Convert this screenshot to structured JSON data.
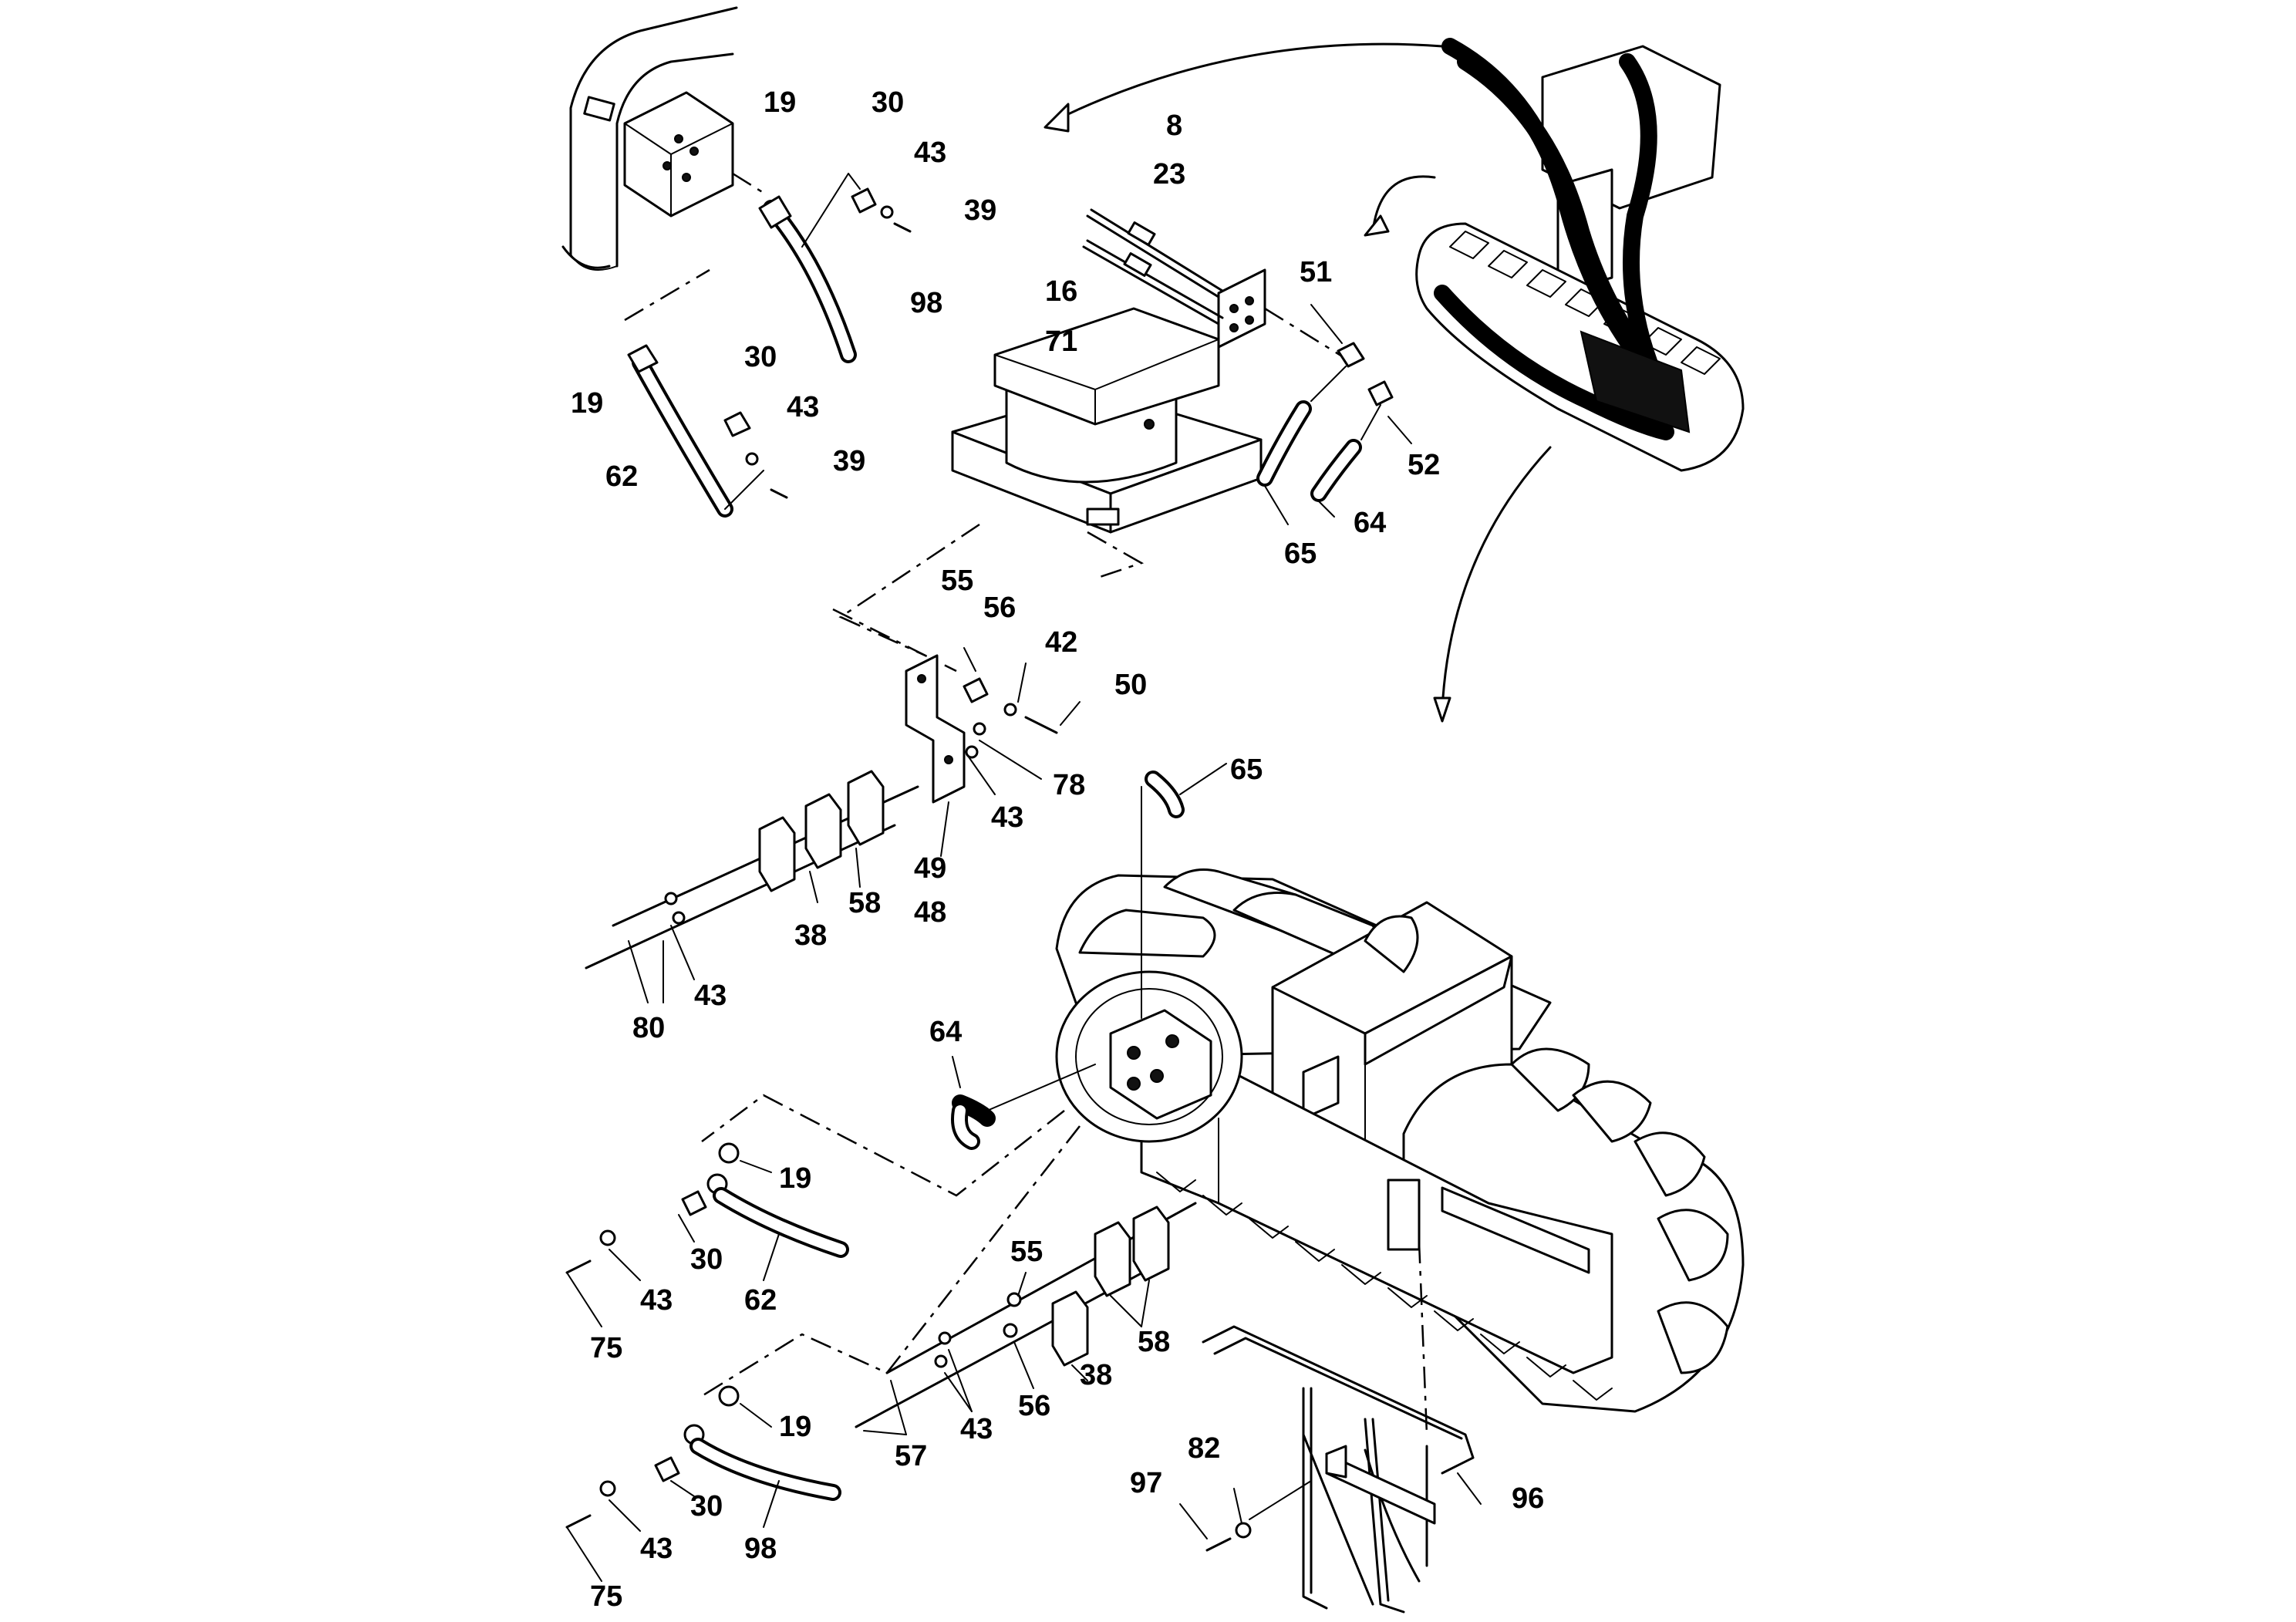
{
  "diagram": {
    "labels": [
      {
        "id": "19a",
        "text": "19"
      },
      {
        "id": "30a",
        "text": "30"
      },
      {
        "id": "43a",
        "text": "43"
      },
      {
        "id": "39a",
        "text": "39"
      },
      {
        "id": "98a",
        "text": "98"
      },
      {
        "id": "19b",
        "text": "19"
      },
      {
        "id": "30b",
        "text": "30"
      },
      {
        "id": "43b",
        "text": "43"
      },
      {
        "id": "62a",
        "text": "62"
      },
      {
        "id": "39b",
        "text": "39"
      },
      {
        "id": "8",
        "text": "8"
      },
      {
        "id": "23",
        "text": "23"
      },
      {
        "id": "16",
        "text": "16"
      },
      {
        "id": "71",
        "text": "71"
      },
      {
        "id": "51",
        "text": "51"
      },
      {
        "id": "52",
        "text": "52"
      },
      {
        "id": "64a",
        "text": "64"
      },
      {
        "id": "65a",
        "text": "65"
      },
      {
        "id": "55a",
        "text": "55"
      },
      {
        "id": "56a",
        "text": "56"
      },
      {
        "id": "42",
        "text": "42"
      },
      {
        "id": "50",
        "text": "50"
      },
      {
        "id": "78",
        "text": "78"
      },
      {
        "id": "43c",
        "text": "43"
      },
      {
        "id": "65b",
        "text": "65"
      },
      {
        "id": "49",
        "text": "49"
      },
      {
        "id": "48",
        "text": "48"
      },
      {
        "id": "58a",
        "text": "58"
      },
      {
        "id": "38a",
        "text": "38"
      },
      {
        "id": "43d",
        "text": "43"
      },
      {
        "id": "80",
        "text": "80"
      },
      {
        "id": "64b",
        "text": "64"
      },
      {
        "id": "19c",
        "text": "19"
      },
      {
        "id": "30c",
        "text": "30"
      },
      {
        "id": "43e",
        "text": "43"
      },
      {
        "id": "62b",
        "text": "62"
      },
      {
        "id": "75a",
        "text": "75"
      },
      {
        "id": "55b",
        "text": "55"
      },
      {
        "id": "58b",
        "text": "58"
      },
      {
        "id": "38b",
        "text": "38"
      },
      {
        "id": "56b",
        "text": "56"
      },
      {
        "id": "43f",
        "text": "43"
      },
      {
        "id": "57",
        "text": "57"
      },
      {
        "id": "19d",
        "text": "19"
      },
      {
        "id": "30d",
        "text": "30"
      },
      {
        "id": "43g",
        "text": "43"
      },
      {
        "id": "98b",
        "text": "98"
      },
      {
        "id": "75b",
        "text": "75"
      },
      {
        "id": "82",
        "text": "82"
      },
      {
        "id": "97",
        "text": "97"
      },
      {
        "id": "96",
        "text": "96"
      }
    ],
    "colors": {
      "line": "#000000",
      "background": "#ffffff"
    }
  }
}
